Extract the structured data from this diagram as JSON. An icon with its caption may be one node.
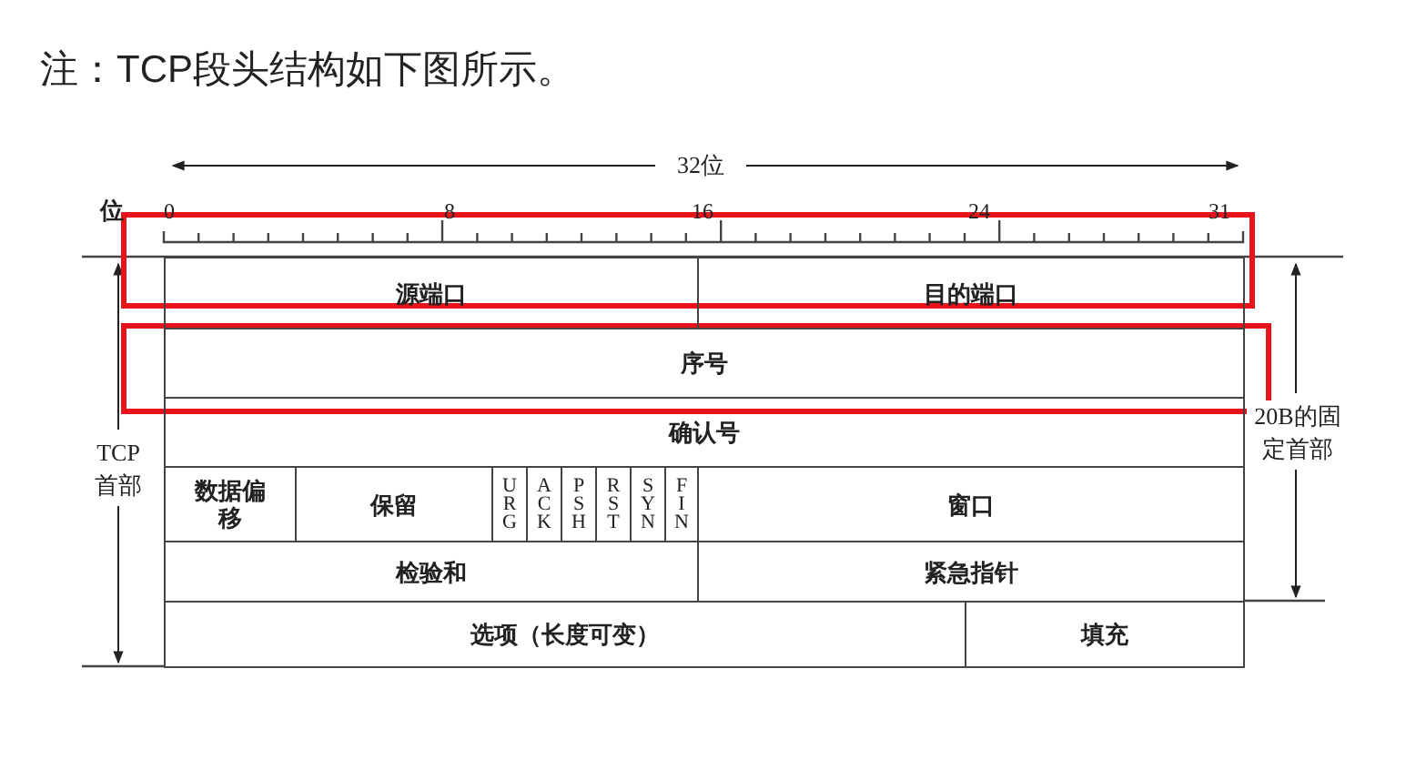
{
  "diagram": {
    "title": "注：TCP段头结构如下图所示。",
    "nodes": [
      {
        "text": [
          "源端口"
        ]
      },
      {
        "text": [
          "目的端口"
        ]
      },
      {
        "text": [
          "序号"
        ]
      },
      {
        "text": [
          "确认号"
        ]
      },
      {
        "text": [
          "数据偏移"
        ]
      },
      {
        "text": [
          "保留"
        ]
      },
      {
        "text": [
          "URG"
        ]
      },
      {
        "text": [
          "ACK"
        ]
      },
      {
        "text": [
          "PSH"
        ]
      },
      {
        "text": [
          "RST"
        ]
      },
      {
        "text": [
          "SYN"
        ]
      },
      {
        "text": [
          "FIN"
        ]
      },
      {
        "text": [
          "窗口"
        ]
      },
      {
        "text": [
          "检验和"
        ]
      },
      {
        "text": [
          "紧急指针"
        ]
      },
      {
        "text": [
          "选项（长度可变）"
        ]
      },
      {
        "text": [
          "填充"
        ]
      }
    ],
    "labels": [
      "32位",
      "位",
      "0",
      "8",
      "16",
      "24",
      "31",
      "TCP首部",
      "20B的固定首部"
    ]
  }
}
